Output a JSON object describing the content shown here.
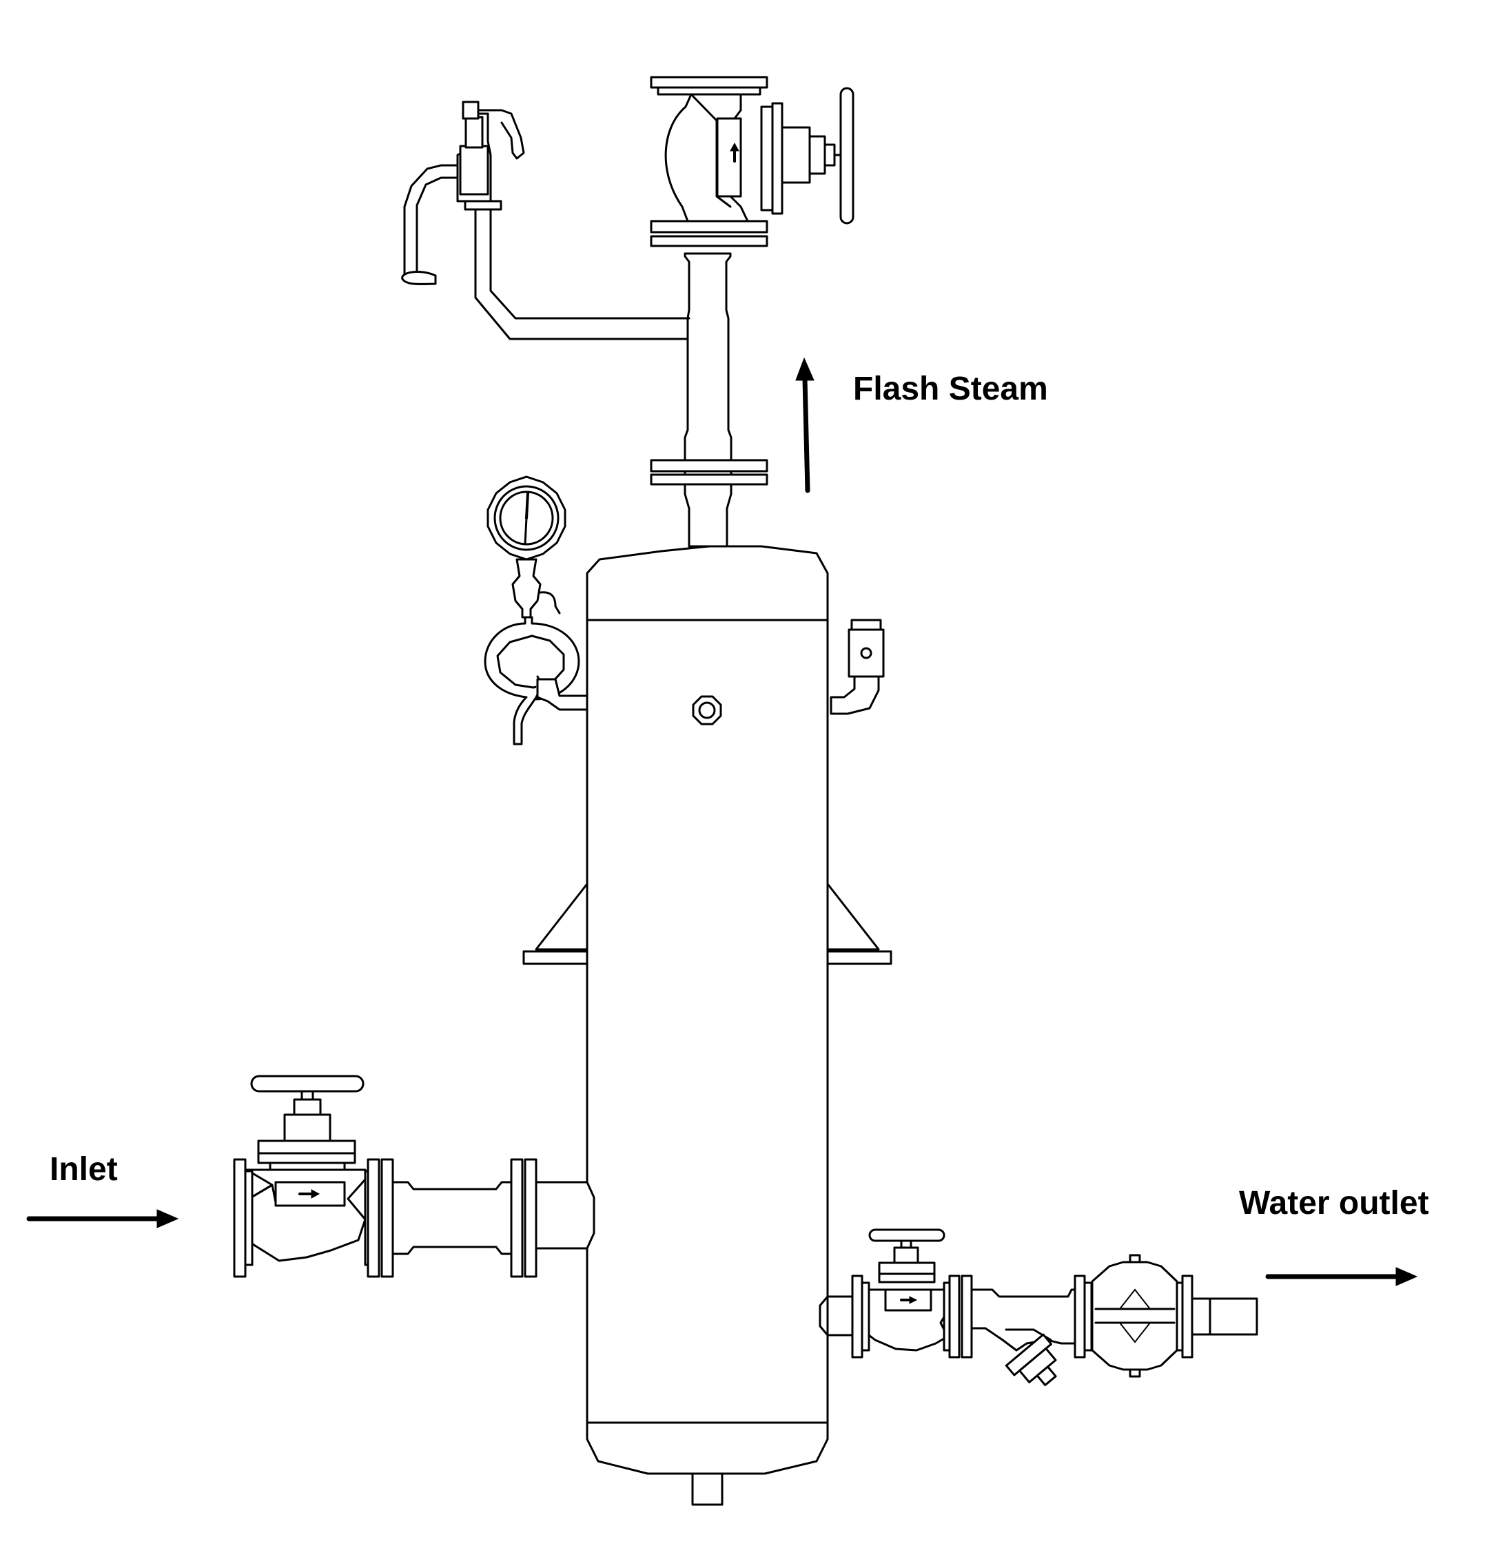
{
  "labels": {
    "flash_steam": "Flash Steam",
    "inlet": "Inlet",
    "water_outlet": "Water outlet"
  },
  "colors": {
    "line": "#000000",
    "background": "#ffffff"
  }
}
